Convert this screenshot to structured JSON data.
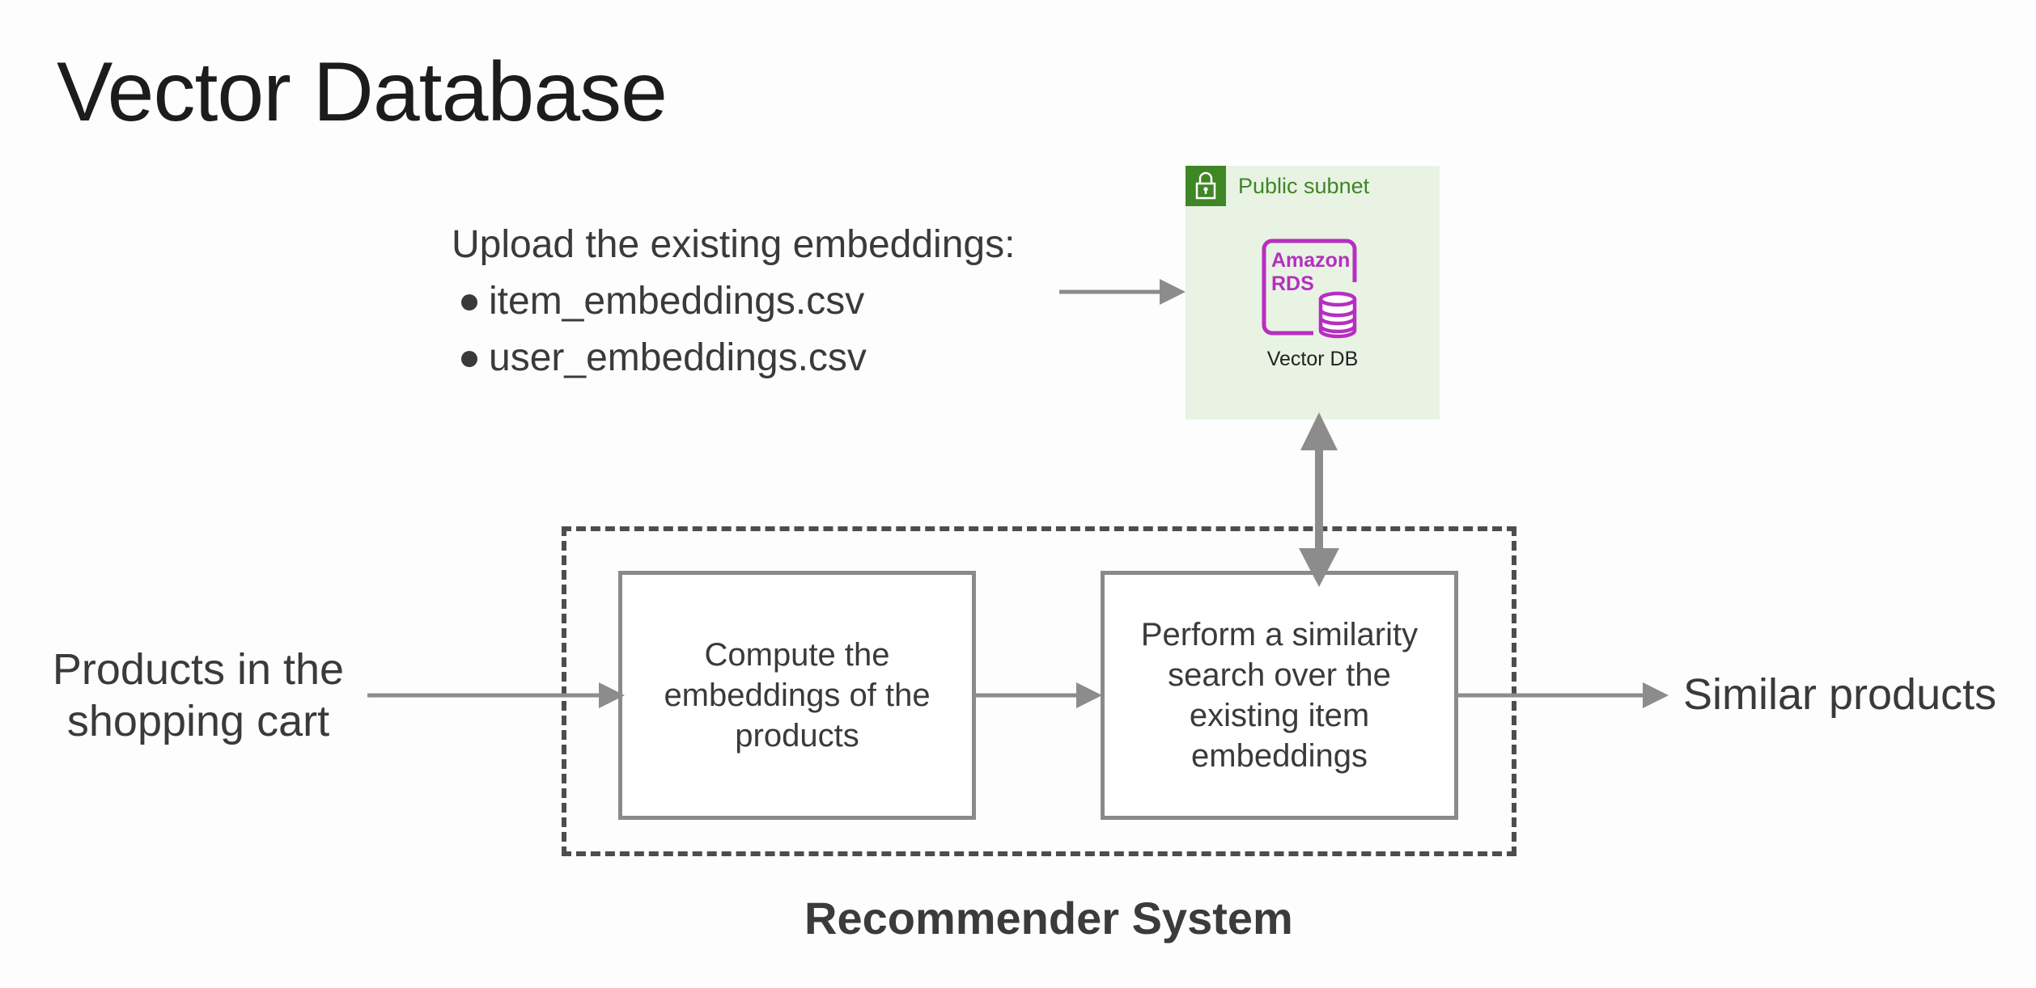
{
  "slide": {
    "title": "Vector Database"
  },
  "upload": {
    "heading": "Upload the existing embeddings:",
    "files": [
      "item_embeddings.csv",
      "user_embeddings.csv"
    ]
  },
  "subnet": {
    "label": "Public subnet",
    "badge_color": "#3f8624",
    "fill_color": "#e8f3e4",
    "service_logo_text": [
      "Amazon",
      "RDS"
    ],
    "service_color": "#b62fc0",
    "db_label": "Vector DB"
  },
  "pipeline": {
    "input": [
      "Products in the",
      "shopping cart"
    ],
    "step1": "Compute the embeddings of the products",
    "step2": "Perform a similarity search over the existing item embeddings",
    "output": "Similar products",
    "system_label": "Recommender System",
    "arrow_color": "#8c8c8c"
  }
}
